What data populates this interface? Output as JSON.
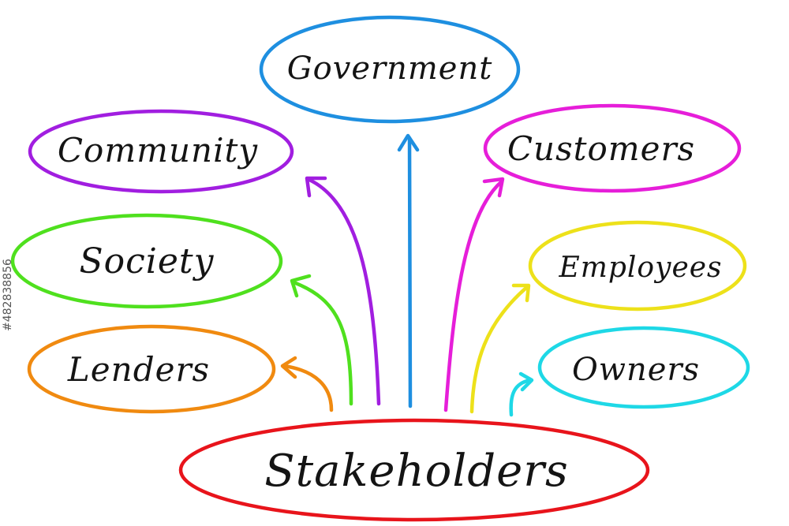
{
  "diagram": {
    "center": {
      "label": "Stakeholders",
      "color": "#e8141b"
    },
    "nodes": [
      {
        "id": "government",
        "label": "Government",
        "color": "#1e8fe0"
      },
      {
        "id": "community",
        "label": "Community",
        "color": "#a11ee0"
      },
      {
        "id": "customers",
        "label": "Customers",
        "color": "#e61ed9"
      },
      {
        "id": "society",
        "label": "Society",
        "color": "#4fe01e"
      },
      {
        "id": "employees",
        "label": "Employees",
        "color": "#ede11a"
      },
      {
        "id": "lenders",
        "label": "Lenders",
        "color": "#f08a10"
      },
      {
        "id": "owners",
        "label": "Owners",
        "color": "#1ed8e6"
      }
    ]
  },
  "watermark": {
    "id_text": "#482838856"
  }
}
